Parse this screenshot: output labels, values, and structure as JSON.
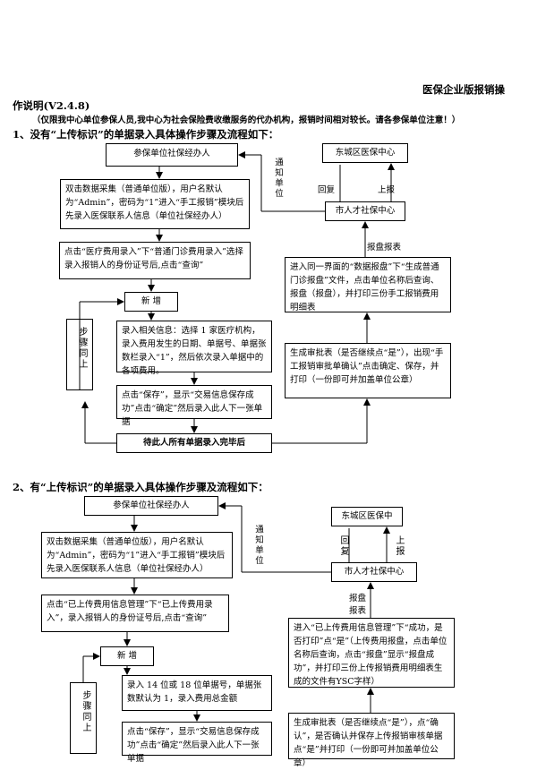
{
  "doc": {
    "title": "医保企业版报销操",
    "subtitle": "作说明(V2.4.8)",
    "note": "（仅限我中心单位参保人员,我中心为社会保险费收缴服务的代办机构，报销时间相对较长。请各参保单位注意！）",
    "section1_heading": "1、没有“上传标识”的单据录入具体操作步骤及流程如下：",
    "section2_heading": "2、有“上传标识”的单据录入具体操作步骤及流程如下："
  },
  "flow1": {
    "agent": "参保单位社保经办人",
    "step_login": "双击数据采集（普通单位版），用户名默认为“Admin”，密码为“1”进入“手工报销”模块后先录入医保联系人信息（单位社保经办人）",
    "step_query": "点击“医疗费用录入”下“普通门诊费用录入”选择录入报销人的身份证号后,点击“查询”",
    "add": "新 增",
    "repeat": "步骤同上",
    "step_entry": "录入相关信息：选择 1 家医疗机构，录入费用发生的日期、单据号、单据张数栏录入“1”，然后依次录入单据中的各项费用。",
    "step_save": "点击“保存”，显示“交易信息保存成功”点击“确定”然后录入此人下一张单据",
    "step_done": "待此人所有单据录入完毕后",
    "notify": "通知单位",
    "dc_center": "东城区医保中心",
    "reply": "回复",
    "report_up": "上报",
    "city_center": "市人才社保中心",
    "report_table": "报盘报表",
    "step_report": "进入同一界面的“数据报盘”下“生成普通门诊报盘”文件，点击单位名称后查询、报盘（报盘），并打印三份手工报销费用明细表",
    "step_approve": "生成审批表（是否继续点“是”），出现“手工报销审批单确认”点击确定、保存，并打印（一份即可并加盖单位公章）"
  },
  "flow2": {
    "agent": "参保单位社保经办人",
    "step_login": "双击数据采集（普通单位版），用户名默认为“Admin”，密码为“1”进入“手工报销”模块后先录入医保联系人信息（单位社保经办人）",
    "step_query": "点击“已上传费用信息管理”下“已上传费用录入”，录入报销人的身份证号后,点击“查询”",
    "add": "新 增",
    "repeat": "步骤同上",
    "step_entry": "录入 14 位或 18 位单据号，单据张数默认为 1，录入费用总金额",
    "step_save": "点击“保存”，显示“交易信息保存成功”点击“确定”然后录入此人下一张单据",
    "notify": "通知单位",
    "dc_center": "东城区医保中",
    "reply": "回复",
    "report_up": "上报",
    "city_center": "市人才社保中心",
    "report_table": "报盘报表",
    "step_report": "进入“已上传费用信息管理”下“成功，是否打印”点“是”（上传费用报盘，点击单位名称后查询，点击“报盘”显示“报盘成功”，并打印三份上传报销费用明细表生成的文件有YSC字样）",
    "step_approve": "生成审批表（是否继续点“是”），点“确认”，是否确认并保存上传报销审核单据点“是”并打印（一份即可并加盖单位公章）"
  }
}
